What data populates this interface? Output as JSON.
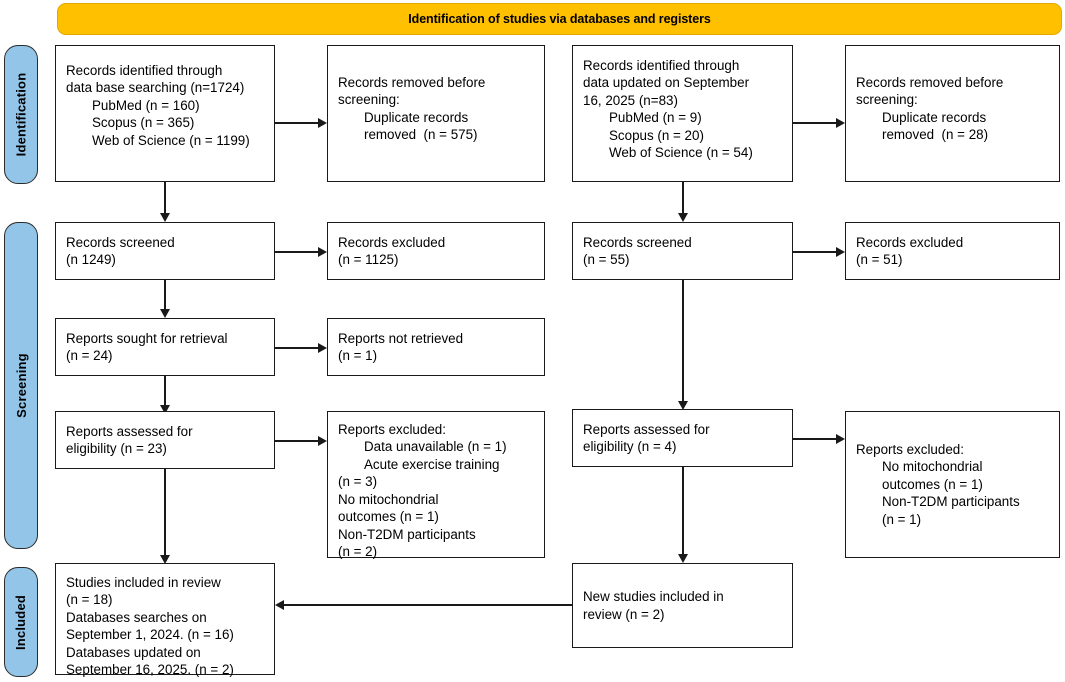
{
  "banner": {
    "title": "Identification of studies via databases and registers",
    "color": "#FFC000"
  },
  "stage_labels": [
    {
      "name": "identification",
      "text": "Identification",
      "color": "#92C5E8"
    },
    {
      "name": "screening",
      "text": "Screening",
      "color": "#92C5E8"
    },
    {
      "name": "included",
      "text": "Included",
      "color": "#92C5E8"
    }
  ],
  "boxes": {
    "records_identified_db": {
      "lines": [
        "Records identified through",
        "data base searching (n=1724)",
        "PubMed (n = 160)",
        "Scopus (n = 365)",
        "Web of Science (n = 1199)"
      ]
    },
    "records_removed_db": {
      "lines": [
        "Records removed before",
        "screening:",
        "Duplicate records",
        "removed  (n = 575)"
      ]
    },
    "records_identified_updated": {
      "lines": [
        "Records identified through",
        "data updated on September",
        "16, 2025 (n=83)",
        "PubMed (n = 9)",
        "Scopus (n = 20)",
        "Web of Science (n = 54)"
      ]
    },
    "records_removed_updated": {
      "lines": [
        "Records removed before",
        "screening:",
        "Duplicate records",
        "removed  (n = 28)"
      ]
    },
    "records_screened_db": {
      "lines": [
        "Records screened",
        "(n 1249)"
      ]
    },
    "records_excluded_db": {
      "lines": [
        "Records excluded",
        "(n = 1125)"
      ]
    },
    "records_screened_updated": {
      "lines": [
        "Records screened",
        "(n = 55)"
      ]
    },
    "records_excluded_updated": {
      "lines": [
        "Records excluded",
        "(n = 51)"
      ]
    },
    "reports_sought": {
      "lines": [
        "Reports sought for retrieval",
        "(n = 24)"
      ]
    },
    "reports_not_retrieved": {
      "lines": [
        "Reports not retrieved",
        "(n = 1)"
      ]
    },
    "reports_assessed_db": {
      "lines": [
        "Reports assessed for",
        "eligibility (n = 23)"
      ]
    },
    "reports_excluded_db": {
      "lines": [
        "Reports excluded:",
        "Data unavailable (n = 1)",
        "Acute exercise training",
        "(n = 3)",
        "No mitochondrial",
        "outcomes (n = 1)",
        "Non-T2DM participants",
        "(n = 2)"
      ]
    },
    "reports_assessed_updated": {
      "lines": [
        "Reports assessed for",
        "eligibility (n = 4)"
      ]
    },
    "reports_excluded_updated": {
      "lines": [
        "Reports excluded:",
        "No mitochondrial",
        "outcomes (n = 1)",
        "Non-T2DM participants",
        "(n = 1)"
      ]
    },
    "studies_included": {
      "lines": [
        "Studies included in review",
        "(n = 18)",
        "Databases searches on",
        "September 1, 2024. (n = 16)",
        "Databases updated on",
        "September 16, 2025. (n = 2)"
      ]
    },
    "new_studies_included": {
      "lines": [
        "New studies included in",
        "review (n = 2)"
      ]
    }
  }
}
